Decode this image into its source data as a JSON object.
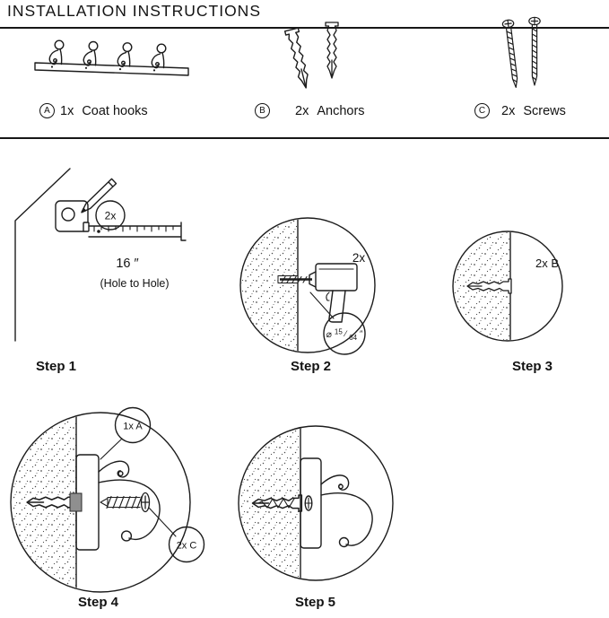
{
  "title": "INSTALLATION INSTRUCTIONS",
  "parts": [
    {
      "id": "A",
      "qty": "1x",
      "name": "Coat hooks"
    },
    {
      "id": "B",
      "qty": "2x",
      "name": "Anchors"
    },
    {
      "id": "C",
      "qty": "2x",
      "name": "Screws"
    }
  ],
  "steps": [
    {
      "label": "Step 1",
      "qty": "2x",
      "measurement": "16 ″",
      "note": "(Hole to Hole)"
    },
    {
      "label": "Step 2",
      "qty": "2x",
      "drill": {
        "symbol": "⌀",
        "num": "15",
        "slash": "⁄",
        "den": "64",
        "unit": "″"
      }
    },
    {
      "label": "Step 3",
      "qty": "2x B"
    },
    {
      "label": "Step 4",
      "callout_hook": "1x A",
      "callout_screw": "2x C"
    },
    {
      "label": "Step 5"
    }
  ]
}
